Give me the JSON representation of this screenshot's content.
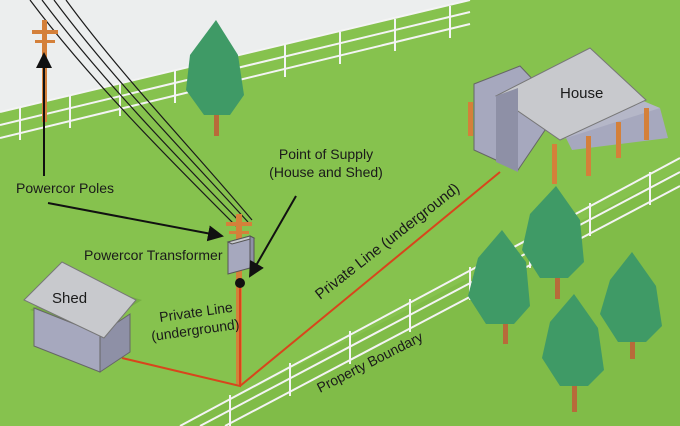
{
  "labels": {
    "powercor_poles": "Powercor Poles",
    "point_of_supply_line1": "Point of Supply",
    "point_of_supply_line2": "(House and Shed)",
    "powercor_transformer": "Powercor Transformer",
    "house": "House",
    "shed": "Shed",
    "private_line_shed_line1": "Private Line",
    "private_line_shed_line2": "(underground)",
    "private_line_house": "Private Line (underground)",
    "property_boundary": "Property Boundary"
  },
  "colors": {
    "grass": "#86c24e",
    "grass_dark": "#6ea83c",
    "sky": "#eceeee",
    "building_wall": "#a6a8be",
    "building_roof": "#c8c9cd",
    "pole": "#d4803a",
    "private_line": "#d8451c",
    "tree": "#3f9a66",
    "trunk": "#b86a3a",
    "fence": "#f4f4f4"
  }
}
